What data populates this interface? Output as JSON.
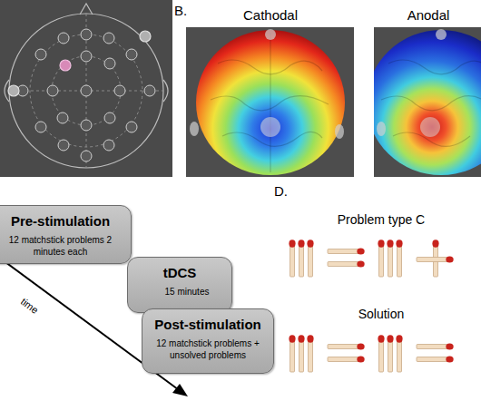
{
  "diagram": {
    "nodes": [
      {
        "text": [
          "Pre-stimulation",
          "12 matchstick problems 2 minutes each"
        ]
      },
      {
        "text": [
          "tDCS",
          "15 minutes"
        ]
      },
      {
        "text": [
          "Post-stimulation",
          "12 matchstick problems + unsolved problems"
        ]
      }
    ],
    "labels": [
      "B.",
      "Cathodal",
      "Anodal",
      "time",
      "D.",
      "Problem type C",
      "Solution"
    ]
  }
}
